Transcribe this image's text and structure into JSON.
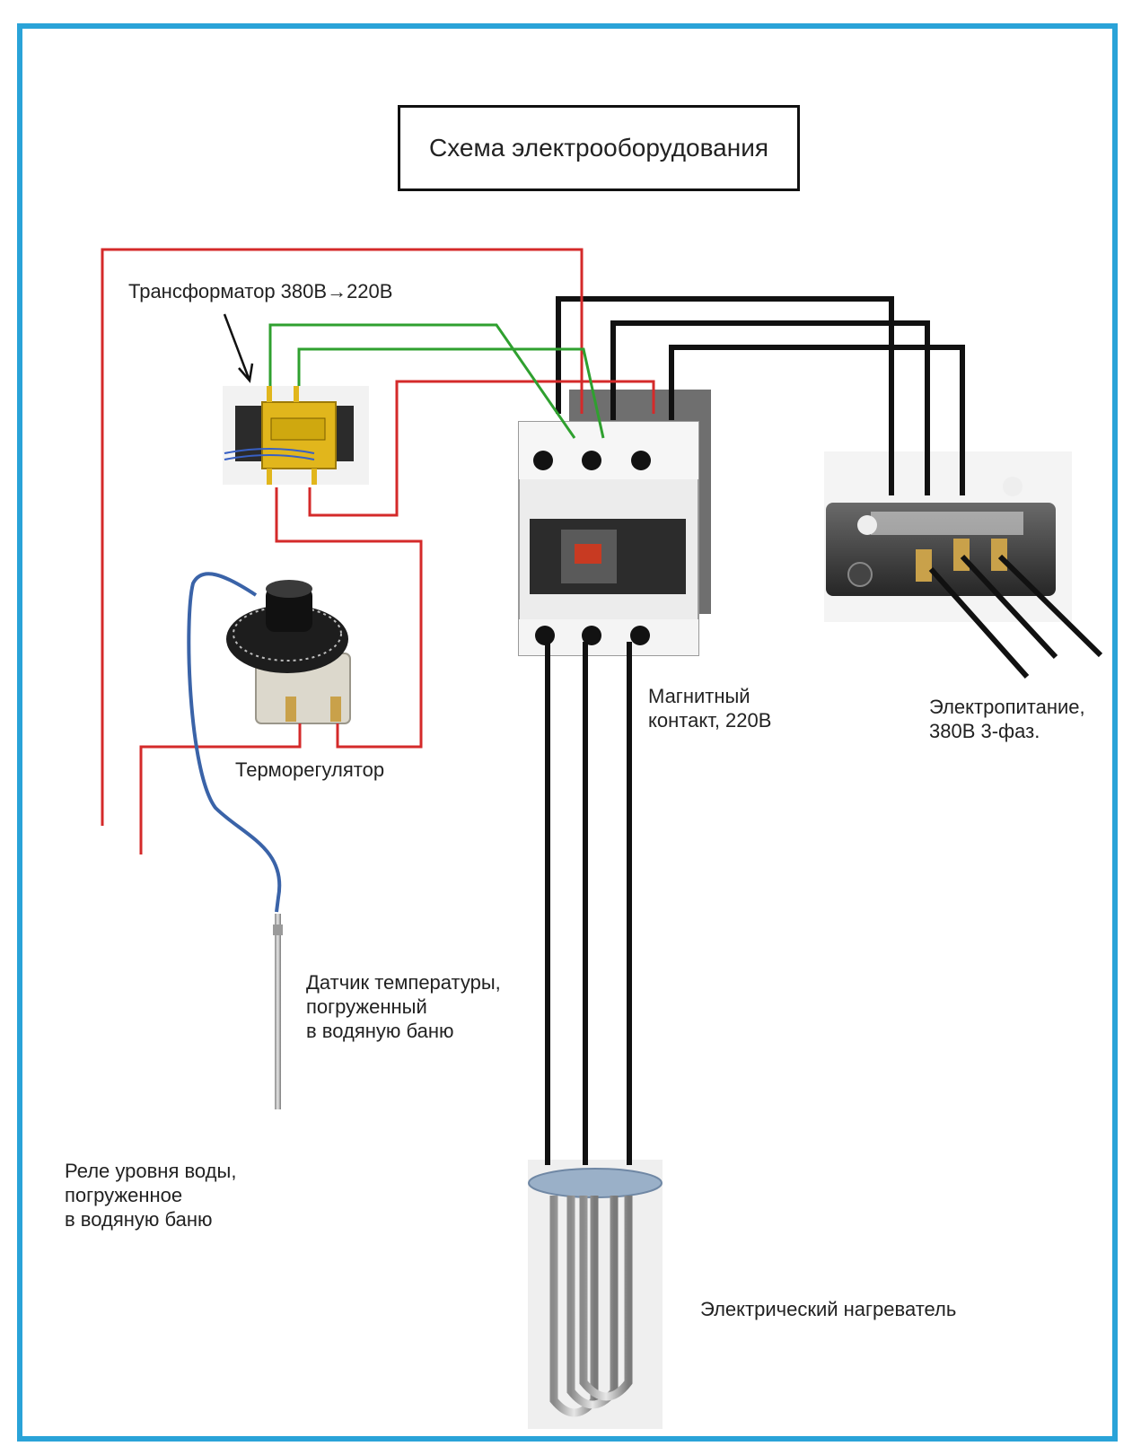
{
  "title": "Схема электрооборудования",
  "labels": {
    "transformer": "Трансформатор 380В→220В",
    "contactor": "Магнитный\nконтакт, 220В",
    "power_supply": "Электропитание,\n380В 3-фаз.",
    "thermostat": "Терморегулятор",
    "temp_sensor": "Датчик температуры,\nпогруженный\nв водяную баню",
    "water_level_relay": "Реле уровня воды,\nпогруженное\nв водяную баню",
    "heater": "Электрический нагреватель"
  },
  "colors": {
    "frame": "#2aa3d8",
    "control_wire": "#d42a2a",
    "coil_wire": "#2fa02f",
    "power_wire": "#111111",
    "sensor_capillary": "#3a63a8"
  },
  "icons": [
    "transformer-icon",
    "contactor-icon",
    "terminal-block-icon",
    "thermostat-icon",
    "temperature-probe-icon",
    "heater-element-icon"
  ]
}
